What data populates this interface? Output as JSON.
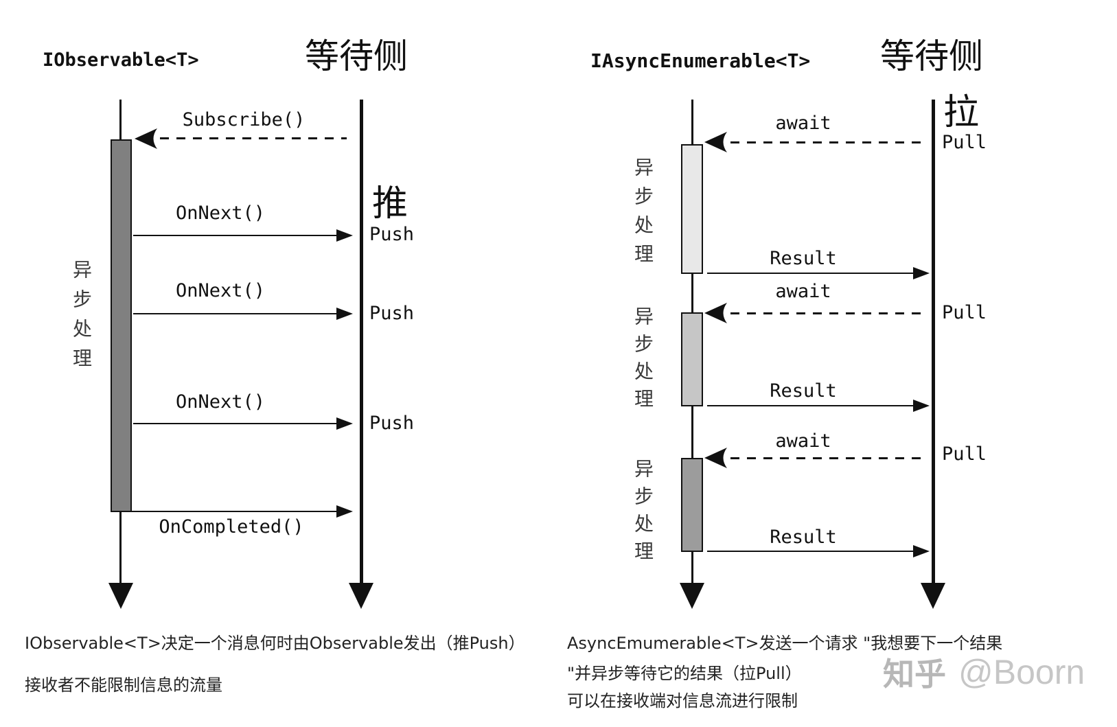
{
  "left": {
    "actor": "IObservable<T>",
    "waiter": "等待侧",
    "async_label": "异步处理",
    "mode_char": "推",
    "subscribe": "Subscribe()",
    "onnext": [
      "OnNext()",
      "OnNext()",
      "OnNext()"
    ],
    "push": [
      "Push",
      "Push",
      "Push"
    ],
    "oncompleted": "OnCompleted()",
    "captions": [
      "IObservable<T>决定一个消息何时由Observable发出（推Push）",
      "接收者不能限制信息的流量"
    ]
  },
  "right": {
    "actor": "IAsyncEnumerable<T>",
    "waiter": "等待侧",
    "async_labels": [
      "异步处理",
      "异步处理",
      "异步处理"
    ],
    "mode_char": "拉",
    "awaits": [
      "await",
      "await",
      "await"
    ],
    "results": [
      "Result",
      "Result",
      "Result"
    ],
    "pulls": [
      "Pull",
      "Pull",
      "Pull"
    ],
    "captions": [
      "AsyncEmumerable<T>发送一个请求 \"我想要下一个结果",
      "\"并异步等待它的结果（拉Pull）",
      "可以在接收端对信息流进行限制"
    ]
  },
  "watermark": {
    "brand": "知乎",
    "handle": "@Boorn"
  },
  "colors": {
    "line": "#111111",
    "left_bar": "#808080",
    "right_bar_1": "#e8e8e8",
    "right_bar_2": "#c6c6c6",
    "right_bar_3": "#9c9c9c",
    "watermark": "#c6c6c6"
  }
}
